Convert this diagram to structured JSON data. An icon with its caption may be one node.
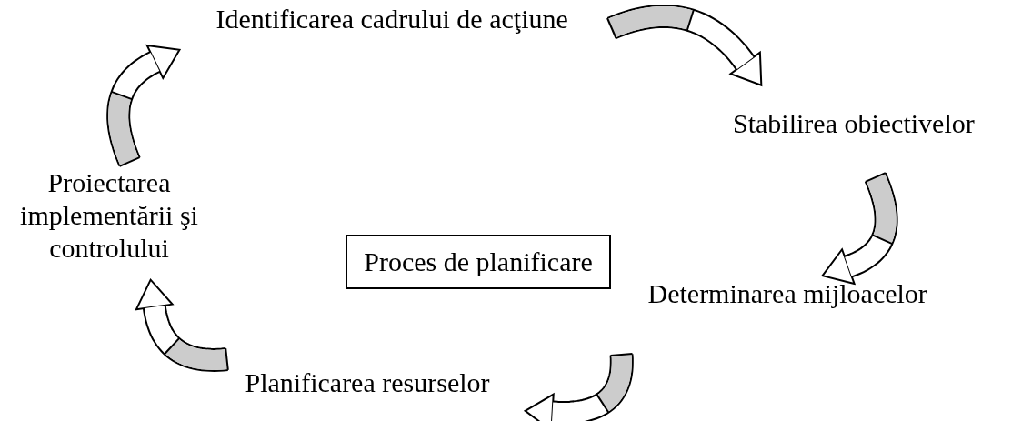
{
  "diagram": {
    "nodes": [
      {
        "text": [
          "Proces de planificare"
        ]
      },
      {
        "text": [
          "Identificarea cadrului de acţiune"
        ]
      },
      {
        "text": [
          "Stabilirea obiectivelor"
        ]
      },
      {
        "text": [
          "Determinarea mijloacelor"
        ]
      },
      {
        "text": [
          "Planificarea resurselor"
        ]
      },
      {
        "text": [
          "Proiectarea implementării şi controlului"
        ]
      }
    ],
    "edges": [
      {
        "from": 1,
        "to": 2,
        "arrow": "to"
      },
      {
        "from": 2,
        "to": 3,
        "arrow": "to"
      },
      {
        "from": 3,
        "to": 4,
        "arrow": "to"
      },
      {
        "from": 4,
        "to": 5,
        "arrow": "to"
      },
      {
        "from": 5,
        "to": 1,
        "arrow": "to"
      }
    ]
  }
}
